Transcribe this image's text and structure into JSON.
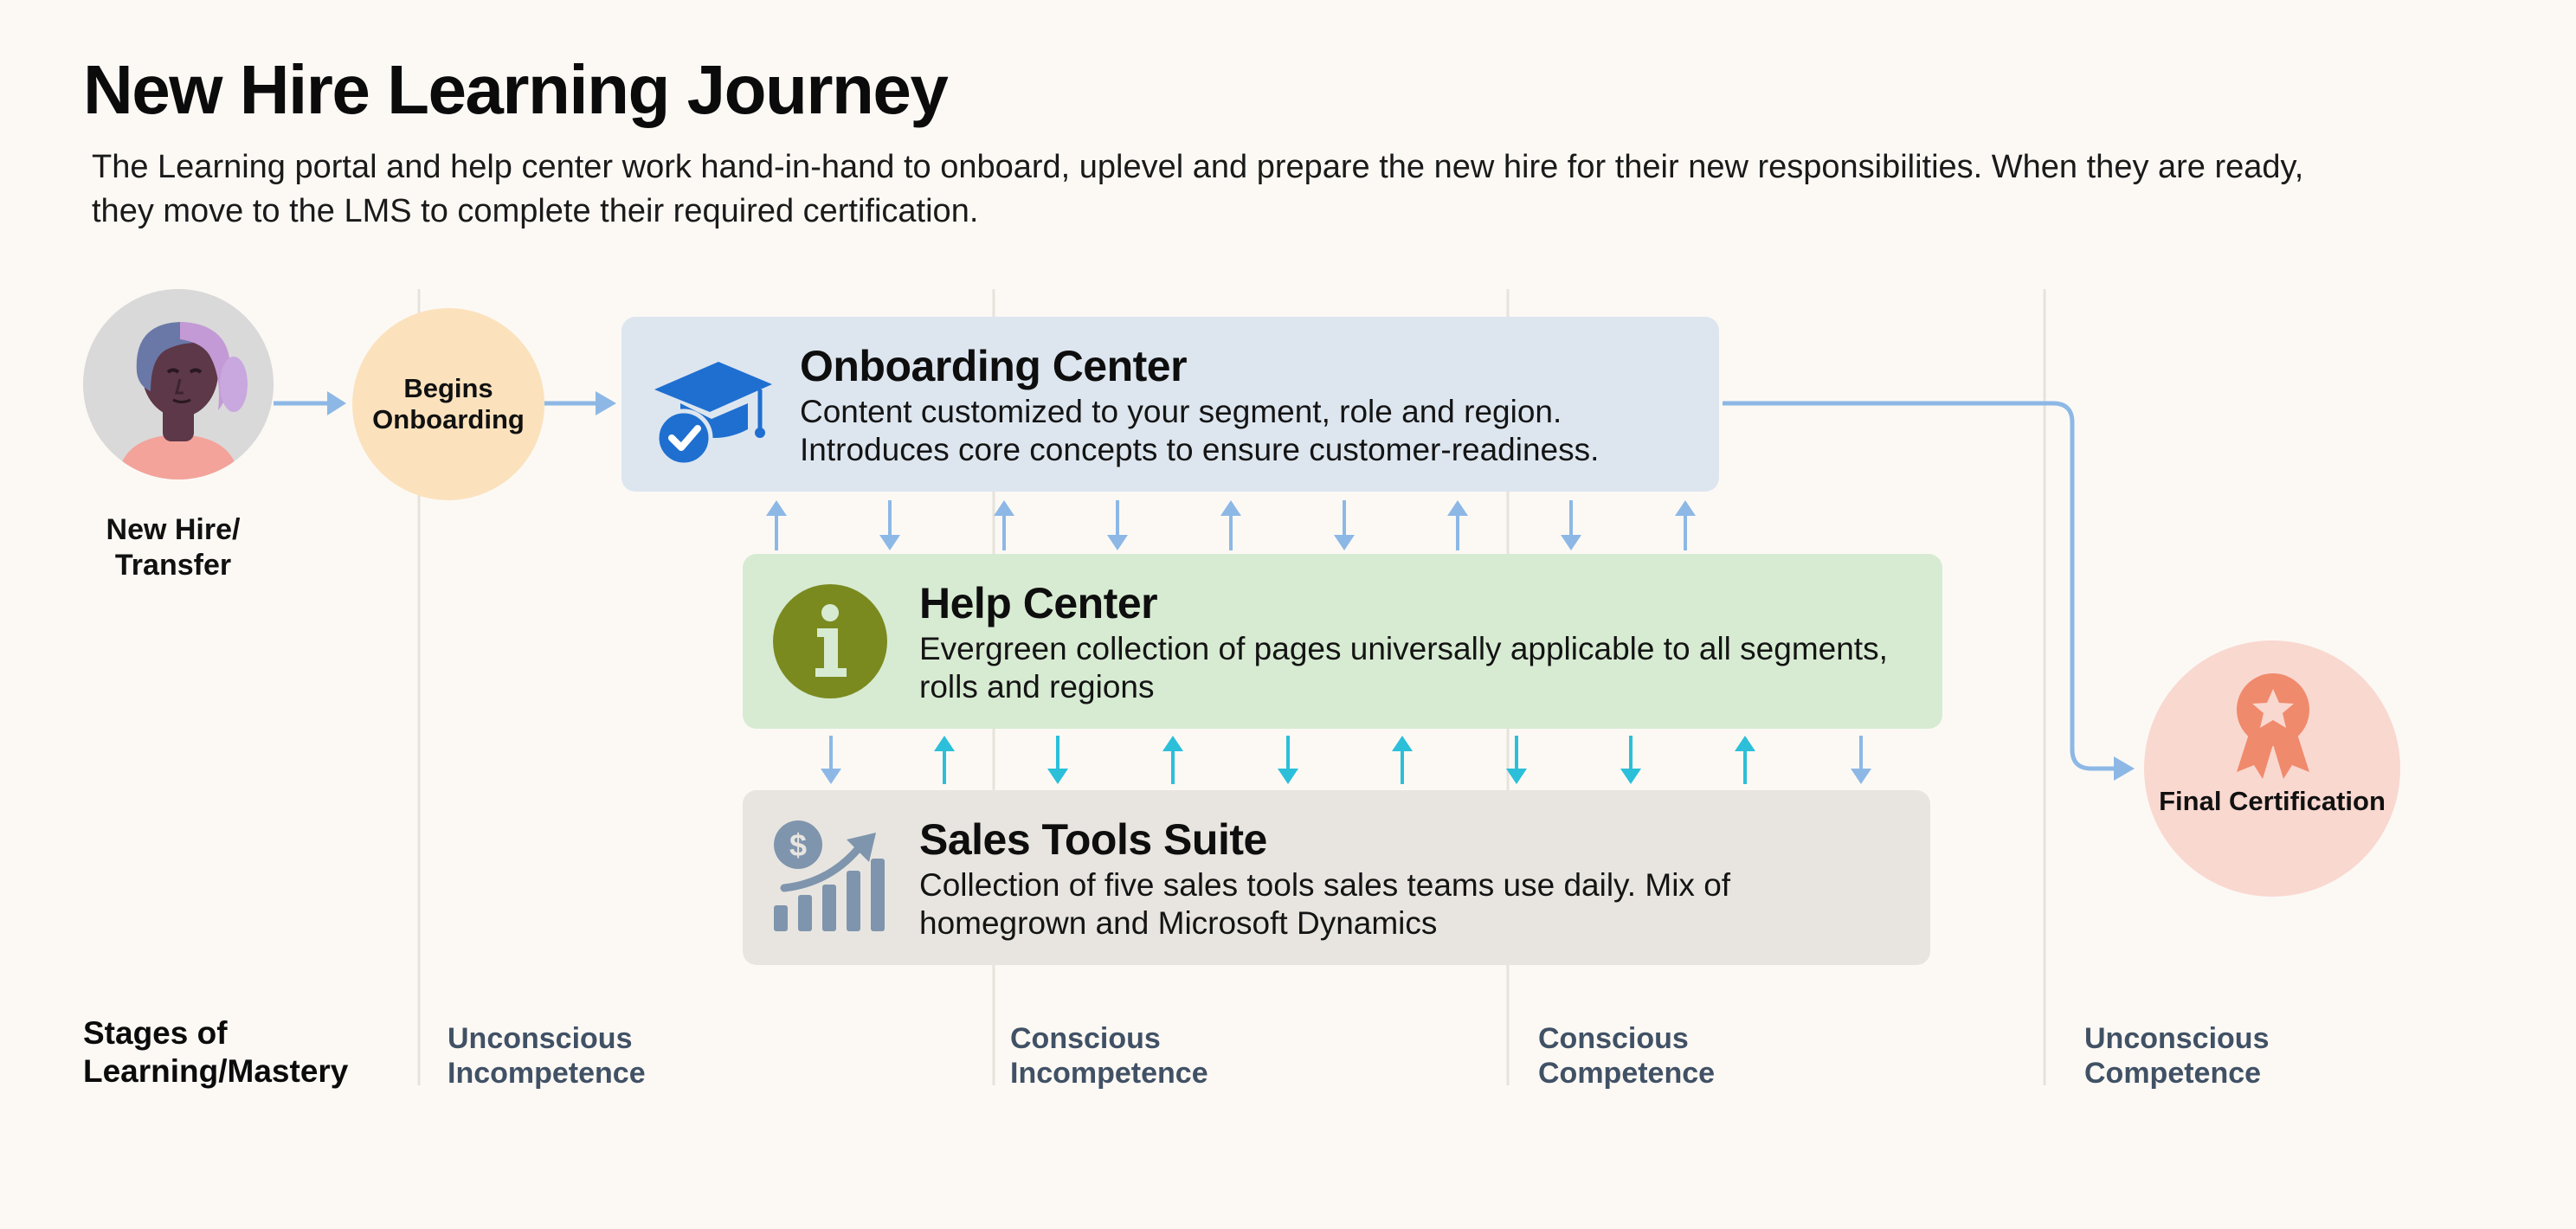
{
  "title": "New Hire Learning Journey",
  "subtitle": "The Learning portal and help center work hand-in-hand to onboard, uplevel and prepare the new hire for their new responsibilities. When they are ready, they move to the LMS to complete their required certification.",
  "flow": {
    "person_label": "New Hire/ Transfer",
    "begins_label": "Begins Onboarding",
    "onboarding": {
      "title": "Onboarding Center",
      "description": "Content customized to your segment, role and region. Introduces core concepts to ensure customer-readiness.",
      "icon": "graduation-cap-icon"
    },
    "help_center": {
      "title": "Help Center",
      "description": "Evergreen collection of pages universally applicable to all segments, rolls and regions",
      "icon": "info-icon"
    },
    "sales_tools": {
      "title": "Sales Tools Suite",
      "description": "Collection of five sales tools sales teams use daily. Mix of homegrown and Microsoft Dynamics",
      "icon": "growth-chart-icon"
    },
    "certification_label": "Final Certification",
    "certification_icon": "award-ribbon-icon"
  },
  "stages": {
    "heading": "Stages of Learning/Mastery",
    "items": [
      "Unconscious Incompetence",
      "Conscious Incompetence",
      "Conscious Competence",
      "Unconscious Competence"
    ]
  },
  "colors": {
    "background": "#fcf9f5",
    "onboarding_panel": "#dde6ef",
    "help_panel": "#d7ebd2",
    "tools_panel": "#e8e5e0",
    "begins_circle": "#fbe2bd",
    "certification_circle": "#f9d8d0",
    "arrow_blue": "#8db8e6",
    "arrow_cyan": "#2bbfd9",
    "stage_text": "#415165",
    "grad_icon": "#1f6fd1",
    "info_icon": "#7a8a1f",
    "tools_icon": "#7f95ad",
    "cert_icon": "#f08a6c"
  }
}
